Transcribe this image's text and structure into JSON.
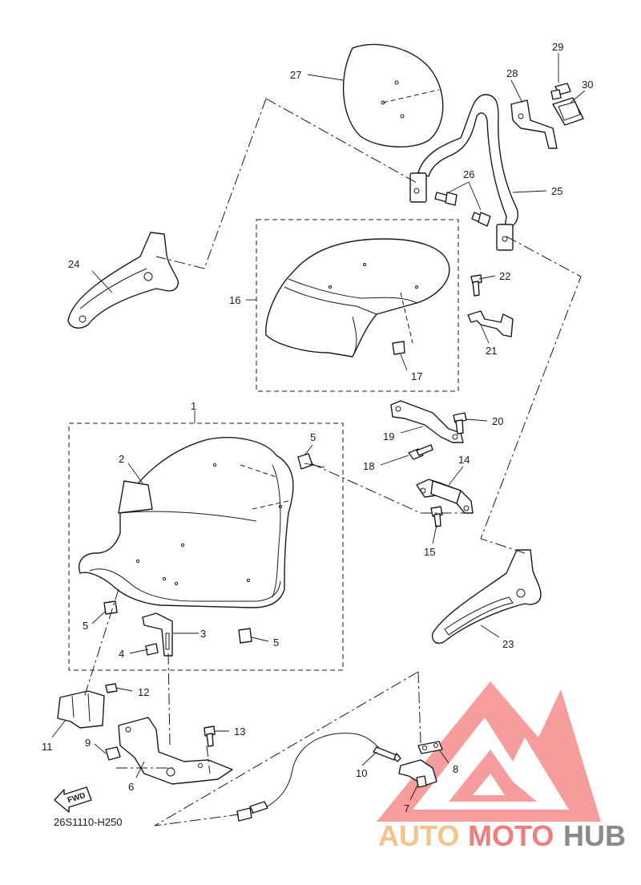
{
  "diagram": {
    "code": "26S1110-H250",
    "fwd_label": "FWD",
    "callouts": [
      {
        "id": "1",
        "label": "1"
      },
      {
        "id": "2",
        "label": "2"
      },
      {
        "id": "3",
        "label": "3"
      },
      {
        "id": "4",
        "label": "4"
      },
      {
        "id": "5a",
        "label": "5"
      },
      {
        "id": "5b",
        "label": "5"
      },
      {
        "id": "5c",
        "label": "5"
      },
      {
        "id": "6",
        "label": "6"
      },
      {
        "id": "7",
        "label": "7"
      },
      {
        "id": "8",
        "label": "8"
      },
      {
        "id": "9",
        "label": "9"
      },
      {
        "id": "10",
        "label": "10"
      },
      {
        "id": "11",
        "label": "11"
      },
      {
        "id": "12",
        "label": "12"
      },
      {
        "id": "13",
        "label": "13"
      },
      {
        "id": "14",
        "label": "14"
      },
      {
        "id": "15",
        "label": "15"
      },
      {
        "id": "16",
        "label": "16"
      },
      {
        "id": "17",
        "label": "17"
      },
      {
        "id": "18",
        "label": "18"
      },
      {
        "id": "19",
        "label": "19"
      },
      {
        "id": "20",
        "label": "20"
      },
      {
        "id": "21",
        "label": "21"
      },
      {
        "id": "22",
        "label": "22"
      },
      {
        "id": "23",
        "label": "23"
      },
      {
        "id": "24",
        "label": "24"
      },
      {
        "id": "25",
        "label": "25"
      },
      {
        "id": "26",
        "label": "26"
      },
      {
        "id": "27",
        "label": "27"
      },
      {
        "id": "28",
        "label": "28"
      },
      {
        "id": "29",
        "label": "29"
      },
      {
        "id": "30",
        "label": "30"
      }
    ]
  },
  "watermark": {
    "part1": "AUTO",
    "part2": "MOTO",
    "part3": "HUB",
    "color_primary": "#f47c7c",
    "color_light": "#f6c38b",
    "color_gray": "#8a8a8a"
  }
}
